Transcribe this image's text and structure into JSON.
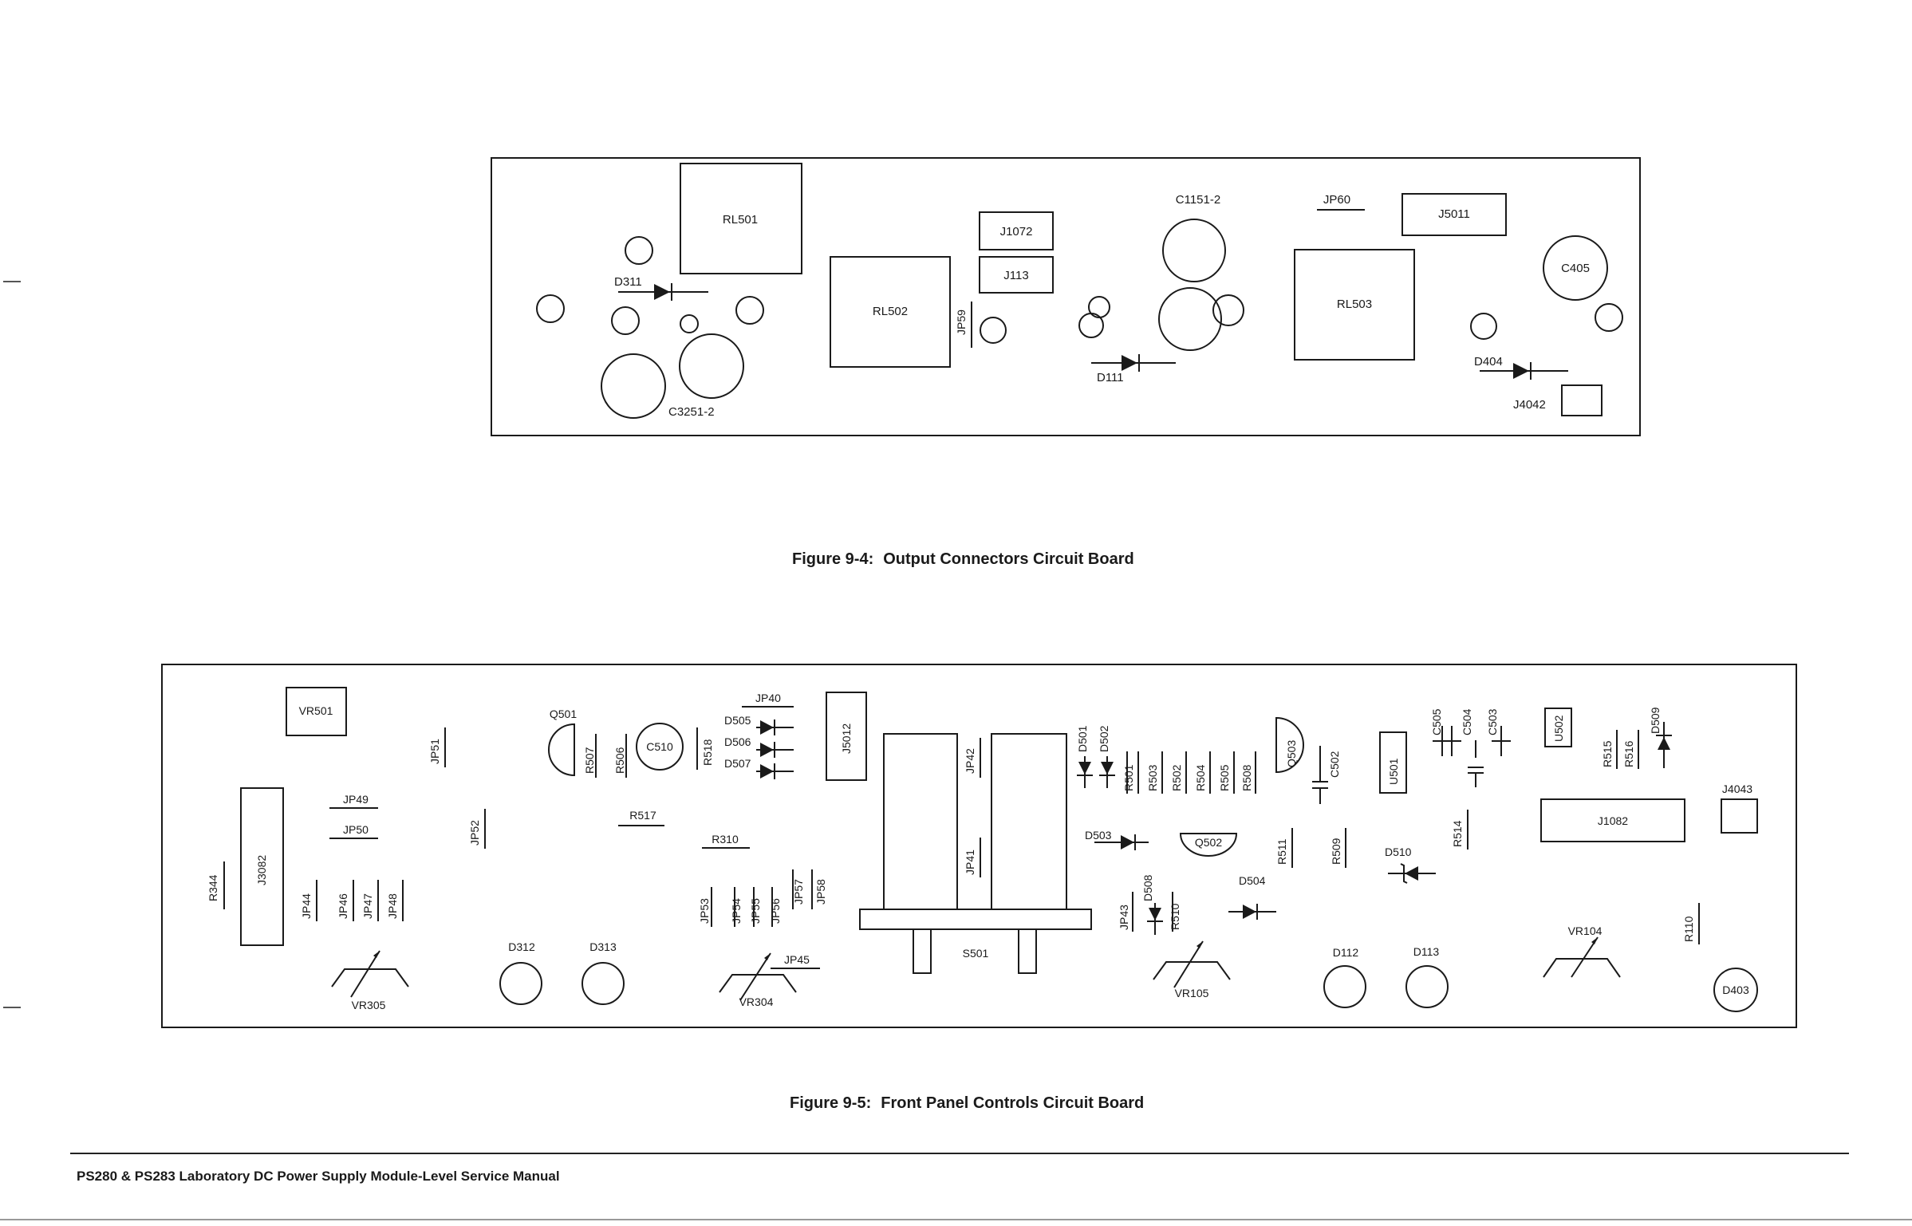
{
  "figures": {
    "fig4": {
      "number": "Figure 9-4:",
      "title": "Output Connectors Circuit Board",
      "labels": {
        "RL501": "RL501",
        "RL502": "RL502",
        "RL503": "RL503",
        "J1072": "J1072",
        "J113": "J113",
        "JP59": "JP59",
        "C1151": "C1151-2",
        "JP60": "JP60",
        "J5011": "J5011",
        "C405": "C405",
        "D311": "D311",
        "C3251": "C3251-2",
        "D111": "D111",
        "D404": "D404",
        "J4042": "J4042"
      }
    },
    "fig5": {
      "number": "Figure 9-5:",
      "title": "Front Panel Controls Circuit Board",
      "labels": {
        "VR501": "VR501",
        "J3082": "J3082",
        "R344": "R344",
        "JP49": "JP49",
        "JP50": "JP50",
        "JP44": "JP44",
        "JP46": "JP46",
        "JP47": "JP47",
        "JP48": "JP48",
        "VR305": "VR305",
        "JP51": "JP51",
        "JP52": "JP52",
        "Q501": "Q501",
        "R507": "R507",
        "R506": "R506",
        "C510": "C510",
        "R518": "R518",
        "JP40": "JP40",
        "D505": "D505",
        "D506": "D506",
        "D507": "D507",
        "J5012": "J5012",
        "R517": "R517",
        "R310": "R310",
        "JP53": "JP53",
        "JP54": "JP54",
        "JP55": "JP55",
        "JP56": "JP56",
        "JP57": "JP57",
        "JP58": "JP58",
        "JP45": "JP45",
        "VR304": "VR304",
        "D312": "D312",
        "D313": "D313",
        "JP42": "JP42",
        "JP41": "JP41",
        "S501": "S501",
        "D501": "D501",
        "D502": "D502",
        "R501": "R501",
        "R503": "R503",
        "R502": "R502",
        "R504": "R504",
        "R505": "R505",
        "R508": "R508",
        "Q503": "Q503",
        "C502": "C502",
        "D503": "D503",
        "Q502": "Q502",
        "D504": "D504",
        "D508": "D508",
        "R510": "R510",
        "JP43": "JP43",
        "VR105": "VR105",
        "R511": "R511",
        "R509": "R509",
        "U501": "U501",
        "D510": "D510",
        "C505": "C505",
        "C504": "C504",
        "C503": "C503",
        "U502": "U502",
        "R514": "R514",
        "R515": "R515",
        "R516": "R516",
        "D509": "D509",
        "J1082": "J1082",
        "J4043": "J4043",
        "VR104": "VR104",
        "R110": "R110",
        "D112": "D112",
        "D113": "D113",
        "D403": "D403"
      }
    }
  },
  "footer": {
    "text": "PS280 & PS283 Laboratory DC Power Supply Module-Level Service Manual"
  }
}
